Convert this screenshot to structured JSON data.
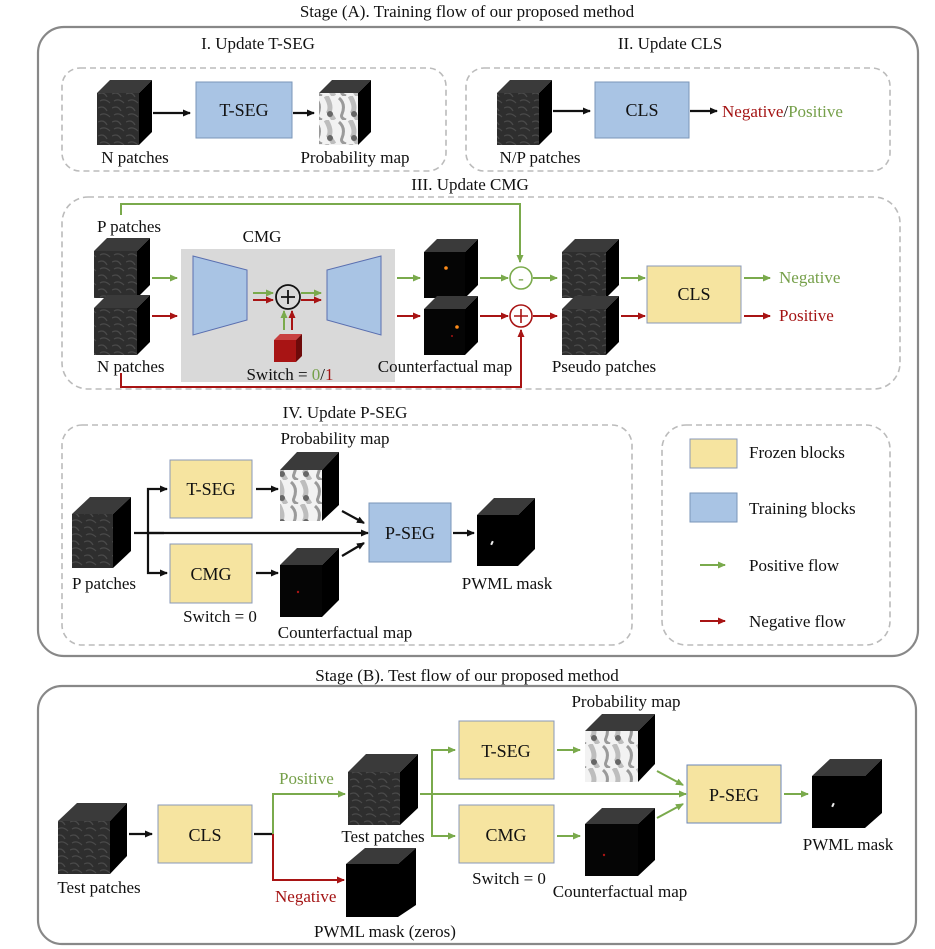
{
  "colors": {
    "frozen": "#f6e4a0",
    "training": "#a9c4e4",
    "positive": "#7aaa4c",
    "negative": "#a81414",
    "frame": "#888888",
    "dashed": "#bbbbbb",
    "cmg_bg": "#d9d9d9"
  },
  "stageA": {
    "title": "Stage (A). Training flow of our proposed method",
    "panel1": {
      "title": "I. Update T-SEG",
      "input_label": "N patches",
      "block": "T-SEG",
      "output_label": "Probability map"
    },
    "panel2": {
      "title": "II. Update CLS",
      "input_label": "N/P patches",
      "block": "CLS",
      "out_negative": "Negative",
      "out_sep": "/",
      "out_positive": "Positive"
    },
    "panel3": {
      "title": "III. Update CMG",
      "p_label": "P patches",
      "n_label": "N patches",
      "cmg_label": "CMG",
      "switch_prefix": "Switch = ",
      "switch_0": "0",
      "switch_sep": "/",
      "switch_1": "1",
      "cf_label": "Counterfactual map",
      "minus": "-",
      "plus": "+",
      "pseudo_label": "Pseudo patches",
      "cls": "CLS",
      "out_negative": "Negative",
      "out_positive": "Positive"
    },
    "panel4": {
      "title": "IV. Update P-SEG",
      "input_label": "P patches",
      "tseg": "T-SEG",
      "cmg": "CMG",
      "switch": "Switch = 0",
      "prob_label": "Probability map",
      "cf_label": "Counterfactual map",
      "pseg": "P-SEG",
      "mask_label": "PWML mask"
    },
    "legend": {
      "items": [
        {
          "label": "Frozen blocks",
          "type": "frozen"
        },
        {
          "label": "Training blocks",
          "type": "training"
        },
        {
          "label": "Positive flow",
          "type": "positive"
        },
        {
          "label": "Negative flow",
          "type": "negative"
        }
      ]
    }
  },
  "stageB": {
    "title": "Stage (B). Test flow of our proposed method",
    "input_label": "Test patches",
    "cls": "CLS",
    "positive": "Positive",
    "negative": "Negative",
    "test_patches_label": "Test patches",
    "zeros_label": "PWML mask (zeros)",
    "tseg": "T-SEG",
    "cmg": "CMG",
    "switch": "Switch = 0",
    "prob_label": "Probability map",
    "cf_label": "Counterfactual map",
    "pseg": "P-SEG",
    "mask_label": "PWML mask"
  }
}
